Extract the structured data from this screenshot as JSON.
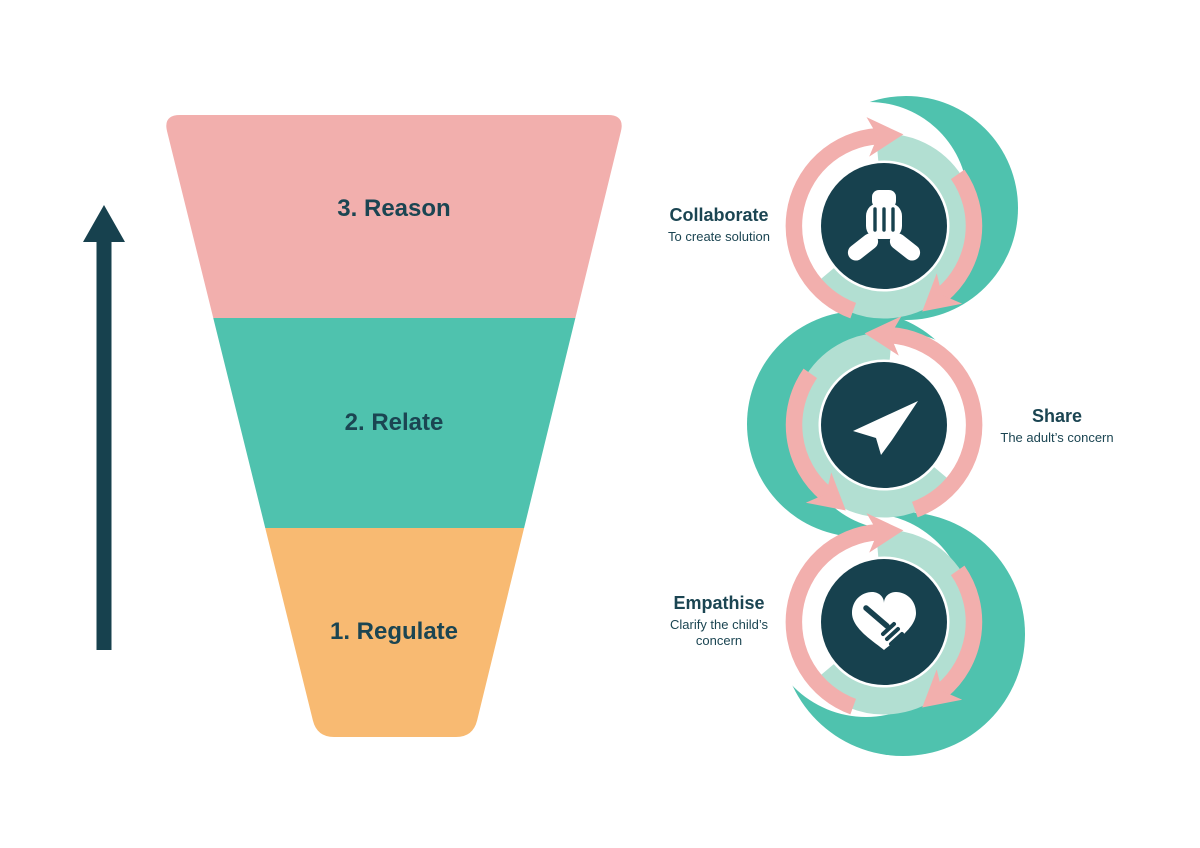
{
  "colors": {
    "pink": "#F2AFAD",
    "teal": "#4FC2AE",
    "orange": "#F8BA72",
    "mint": "#B2DFD2",
    "navy": "#17414E",
    "white": "#FFFFFF"
  },
  "funnel": {
    "stages": [
      {
        "label": "3. Reason",
        "color": "#F2AFAD"
      },
      {
        "label": "2. Relate",
        "color": "#4FC2AE"
      },
      {
        "label": "1. Regulate",
        "color": "#F8BA72"
      }
    ]
  },
  "arrow": {
    "icon": "up-arrow-icon"
  },
  "cycle": {
    "steps": [
      {
        "title": "Collaborate",
        "subtitle": "To create solution",
        "icon": "hands-together-icon"
      },
      {
        "title": "Share",
        "subtitle": "The adult’s concern",
        "icon": "paper-plane-icon"
      },
      {
        "title": "Empathise",
        "subtitle": "Clarify the child’s concern",
        "icon": "heart-handshake-icon"
      }
    ]
  }
}
